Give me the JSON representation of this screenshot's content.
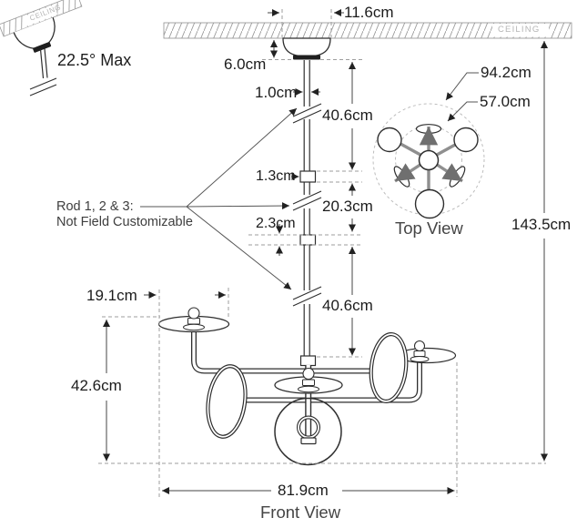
{
  "drawing": {
    "views": {
      "front": "Front View",
      "top": "Top View"
    },
    "ceiling": {
      "detail_label": "CEILING",
      "main_label": "CEILING"
    },
    "notes": {
      "max_tilt": "22.5° Max",
      "rod_note_line1": "Rod 1, 2 & 3:",
      "rod_note_line2": "Not Field Customizable"
    },
    "dimensions": {
      "canopy_width": "11.6cm",
      "canopy_height": "6.0cm",
      "rod_diameter": "1.0cm",
      "rod1": "40.6cm",
      "coupler1": "1.3cm",
      "rod2": "20.3cm",
      "coupler2": "2.3cm",
      "rod3": "40.6cm",
      "overall_height": "143.5cm",
      "shade_diameter": "19.1cm",
      "body_height": "42.6cm",
      "body_width": "81.9cm",
      "top_view_outer": "94.2cm",
      "top_view_inner": "57.0cm"
    }
  }
}
